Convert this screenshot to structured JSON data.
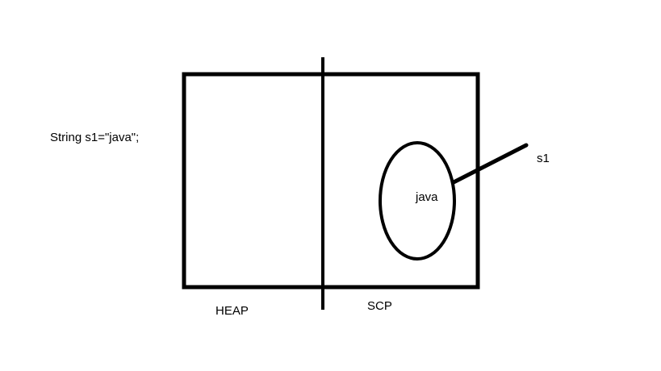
{
  "code_label": "String s1=\"java\";",
  "heap_label": "HEAP",
  "scp_label": "SCP",
  "object_label": "java",
  "reference_label": "s1",
  "colors": {
    "background": "#ffffff",
    "stroke": "#000000"
  }
}
